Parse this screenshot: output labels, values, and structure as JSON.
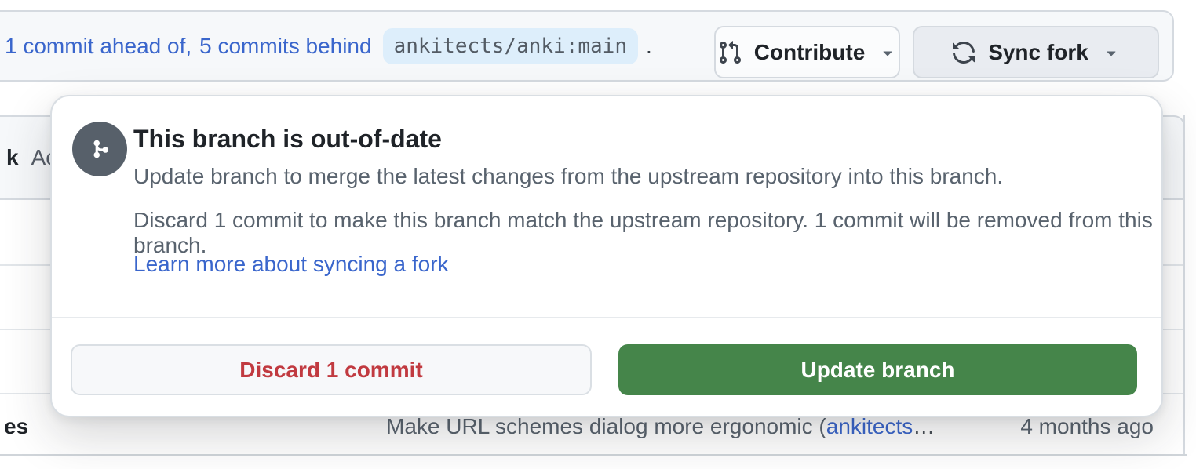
{
  "colors": {
    "accent": "#3a66cc",
    "green": "#45854a",
    "red": "#c13a40",
    "circle": "#57606a",
    "text": "#1f2328",
    "muted": "#59636e"
  },
  "icons": {
    "contribute": "git-pull-request-icon",
    "sync_fork": "sync-icon",
    "dropdown": "triangle-down-icon",
    "popup_badge": "git-branch-icon"
  },
  "notification_bar": {
    "ahead_link": "1 commit ahead of,",
    "behind_link": "5 commits behind",
    "upstream_ref": "ankitects/anki:main",
    "period": ".",
    "contribute_label": "Contribute",
    "sync_fork_label": "Sync fork"
  },
  "sync_popup": {
    "title": "This branch is out-of-date",
    "description": "Update branch to merge the latest changes from the upstream repository into this branch.",
    "discard_note": "Discard 1 commit to make this branch match the upstream repository. 1 commit will be removed from this branch.",
    "learn_more_link": "Learn more about syncing a fork",
    "discard_button_label": "Discard 1 commit",
    "update_button_label": "Update branch"
  },
  "background": {
    "toolbar_text_bold": "k",
    "toolbar_text_muted": "Ac",
    "file_row": {
      "name_truncated": "es",
      "commit_message": "Make URL schemes dialog more ergonomic (",
      "commit_author_link": "ankitects",
      "ellipsis": "…",
      "commit_date": "4 months ago"
    }
  }
}
